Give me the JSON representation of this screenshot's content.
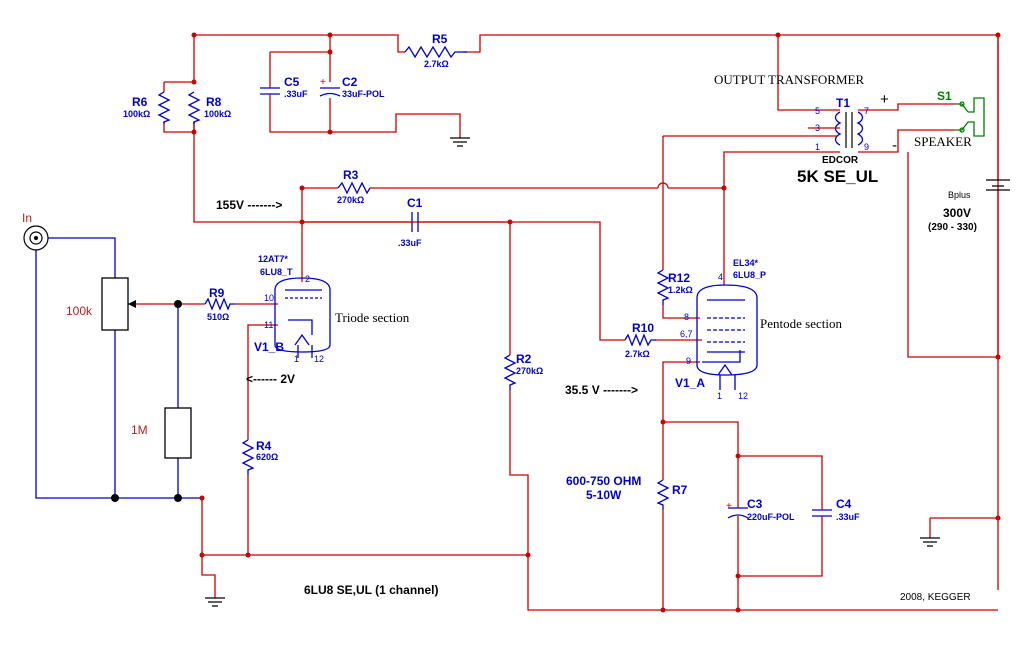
{
  "components": {
    "r5": {
      "ref": "R5",
      "value": "2.7kΩ"
    },
    "c5": {
      "ref": "C5",
      "value": ".33uF"
    },
    "c2": {
      "ref": "C2",
      "value": "33uF-POL"
    },
    "r6": {
      "ref": "R6",
      "value": "100kΩ"
    },
    "r8": {
      "ref": "R8",
      "value": "100kΩ"
    },
    "r3": {
      "ref": "R3",
      "value": "270kΩ"
    },
    "c1": {
      "ref": "C1",
      "value": ".33uF"
    },
    "r9": {
      "ref": "R9",
      "value": "510Ω"
    },
    "r4": {
      "ref": "R4",
      "value": "620Ω"
    },
    "r2": {
      "ref": "R2",
      "value": "270kΩ"
    },
    "r12": {
      "ref": "R12",
      "value": "1.2kΩ"
    },
    "r10": {
      "ref": "R10",
      "value": "2.7kΩ"
    },
    "r7": {
      "ref": "R7",
      "value": "600-750 OHM",
      "value2": "5-10W"
    },
    "c3": {
      "ref": "C3",
      "value": "220uF-POL"
    },
    "c4": {
      "ref": "C4",
      "value": ".33uF"
    },
    "t1": {
      "ref": "T1",
      "maker": "EDCOR",
      "spec": "5K SE_UL"
    },
    "s1": {
      "ref": "S1",
      "label": "SPEAKER"
    },
    "bplus": {
      "label": "Bplus",
      "voltage": "300V",
      "range": "(290 - 330)"
    },
    "v1b": {
      "type": "12AT7*",
      "name": "6LU8_T",
      "ref": "V1_B",
      "section": "Triode section"
    },
    "v1a": {
      "type": "EL34*",
      "name": "6LU8_P",
      "ref": "V1_A",
      "section": "Pentode section"
    },
    "pot": {
      "value": "100k"
    },
    "r1m": {
      "value": "1M"
    },
    "input": {
      "label": "In"
    }
  },
  "pins": {
    "v1b_plate": "2",
    "v1b_grid": "10",
    "v1b_cathode": "11",
    "v1b_h1": "1",
    "v1b_h2": "12",
    "v1a_plate": "4",
    "v1a_g2": "8",
    "v1a_g3": "6,7",
    "v1a_cathode": "9",
    "v1a_h1": "1",
    "v1a_h2": "12",
    "t1_p5": "5",
    "t1_p3": "3",
    "t1_p1": "1",
    "t1_s7": "7",
    "t1_s9": "9"
  },
  "annotations": {
    "v155": "155V ------->",
    "v2": "<------ 2V",
    "v355": "35.5 V ------->",
    "output_transformer": "OUTPUT TRANSFORMER",
    "plus": "+",
    "minus": "-",
    "footer": "6LU8 SE,UL (1 channel)",
    "credit": "2008, KEGGER"
  },
  "colors": {
    "wire": "#cc0000",
    "component": "#0000cc",
    "label_red": "#b22222",
    "node": "#000000"
  }
}
